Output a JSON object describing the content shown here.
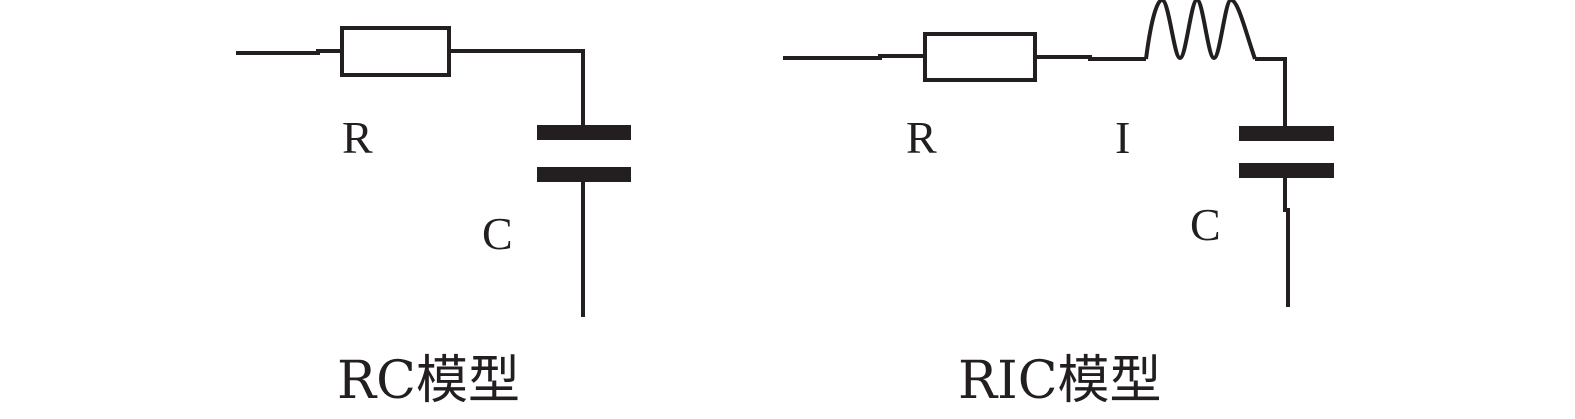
{
  "rc_model": {
    "title": "RC模型",
    "resistor_label": "R",
    "capacitor_label": "C"
  },
  "ric_model": {
    "title": "RIC模型",
    "resistor_label": "R",
    "inductor_label": "I",
    "capacitor_label": "C"
  },
  "colors": {
    "ink": "#231f20",
    "background": "#ffffff"
  }
}
